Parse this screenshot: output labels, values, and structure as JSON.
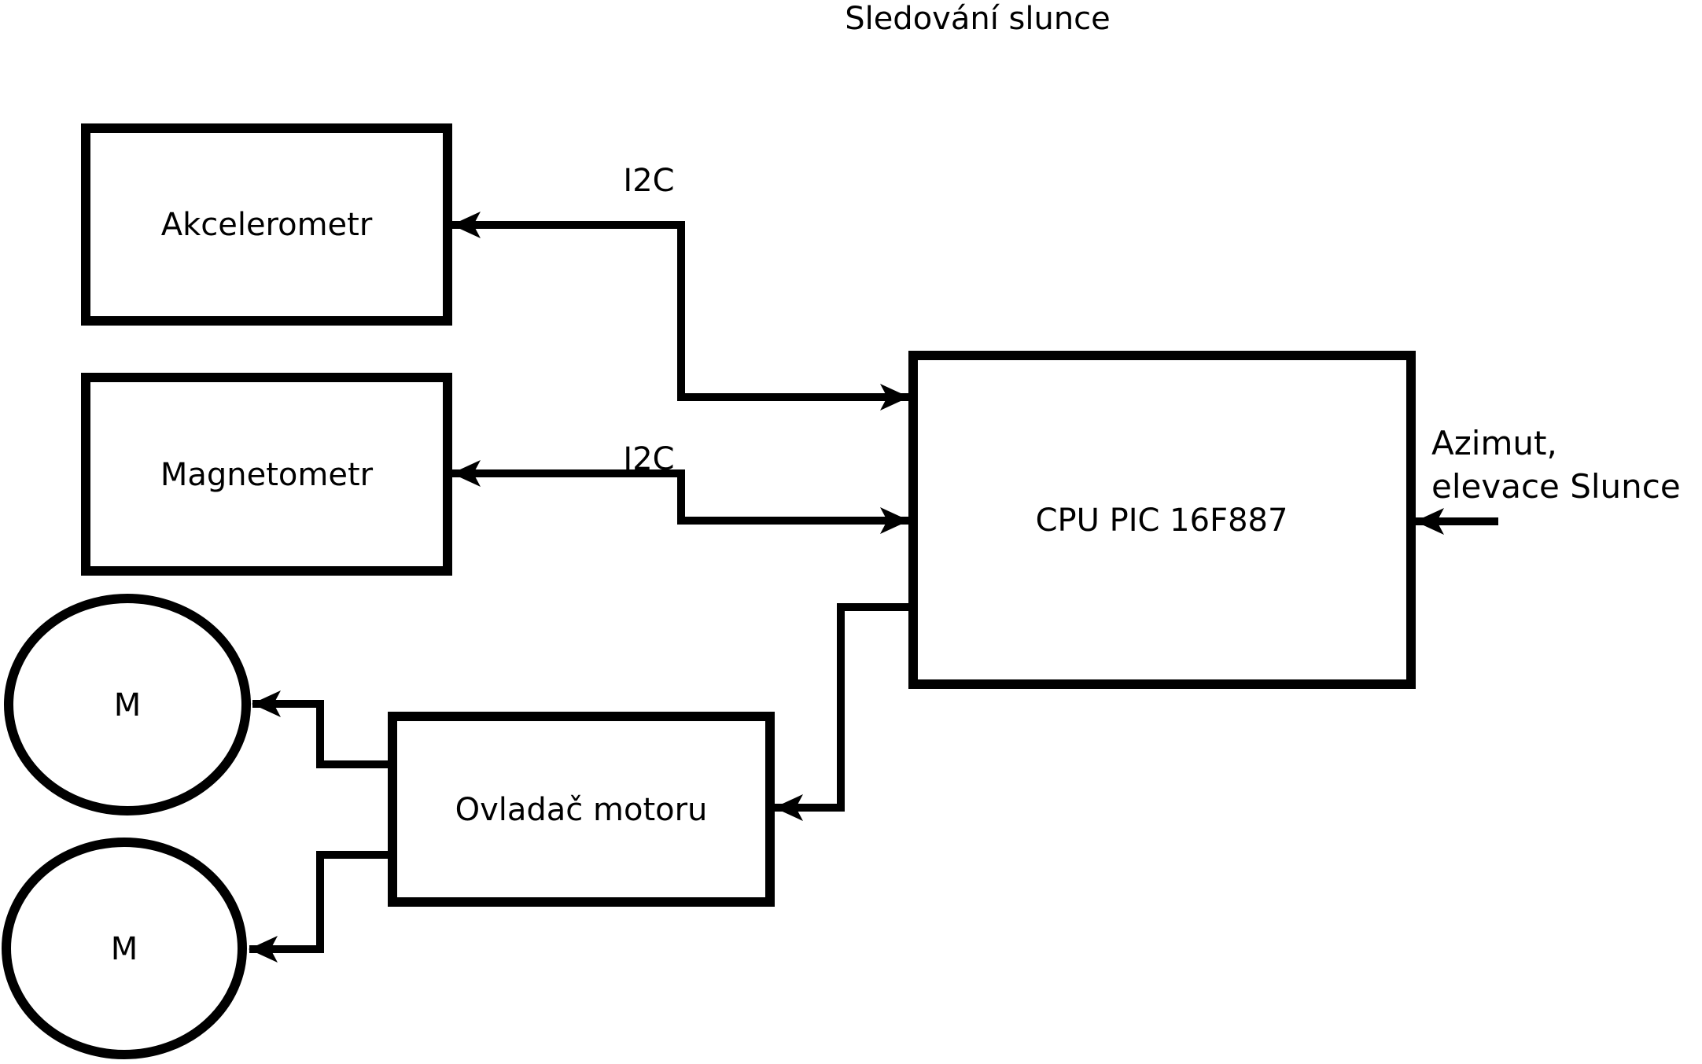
{
  "title": "Sledování slunce",
  "colors": {
    "stroke": "#000000",
    "background": "#ffffff",
    "text": "#000000"
  },
  "nodes": {
    "akcelerometr": {
      "label": "Akcelerometr",
      "shape": "rectangle"
    },
    "magnetometr": {
      "label": "Magnetometr",
      "shape": "rectangle"
    },
    "cpu": {
      "label": "CPU PIC 16F887",
      "shape": "rectangle"
    },
    "motor_driver": {
      "label": "Ovladač motoru",
      "shape": "rectangle"
    },
    "motor1": {
      "label": "M",
      "shape": "ellipse"
    },
    "motor2": {
      "label": "M",
      "shape": "ellipse"
    }
  },
  "edges": [
    {
      "from": "cpu",
      "to": "akcelerometr",
      "label": "I2C",
      "arrowheads": "both"
    },
    {
      "from": "cpu",
      "to": "magnetometr",
      "label": "I2C",
      "arrowheads": "both"
    },
    {
      "from": "cpu",
      "to": "motor_driver",
      "label": "",
      "arrowheads": "end"
    },
    {
      "from": "motor_driver",
      "to": "motor1",
      "label": "",
      "arrowheads": "end"
    },
    {
      "from": "motor_driver",
      "to": "motor2",
      "label": "",
      "arrowheads": "end"
    },
    {
      "from": "external-input",
      "to": "cpu",
      "label": "Azimut, elevace Slunce",
      "arrowheads": "end"
    }
  ],
  "annotations": {
    "azimut": {
      "line1": "Azimut,",
      "line2": "elevace Slunce"
    }
  }
}
